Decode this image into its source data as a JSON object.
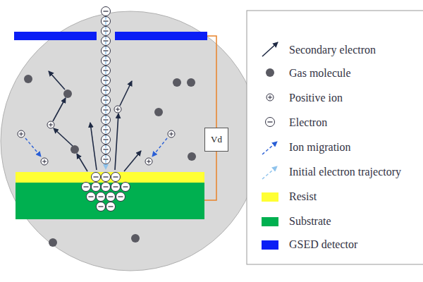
{
  "diagram": {
    "nodes": [
      {
        "text": [
          "Vd"
        ]
      }
    ],
    "legend": [
      {
        "text": "Secondary electron"
      },
      {
        "text": "Gas molecule"
      },
      {
        "text": "Positive ion"
      },
      {
        "text": "Electron"
      },
      {
        "text": "Ion migration"
      },
      {
        "text": "Initial electron trajectory"
      },
      {
        "text": "Resist",
        "color": "#ffff33"
      },
      {
        "text": "Substrate",
        "color": "#00b050"
      },
      {
        "text": "GSED detector",
        "color": "#0a1ef5"
      }
    ]
  }
}
